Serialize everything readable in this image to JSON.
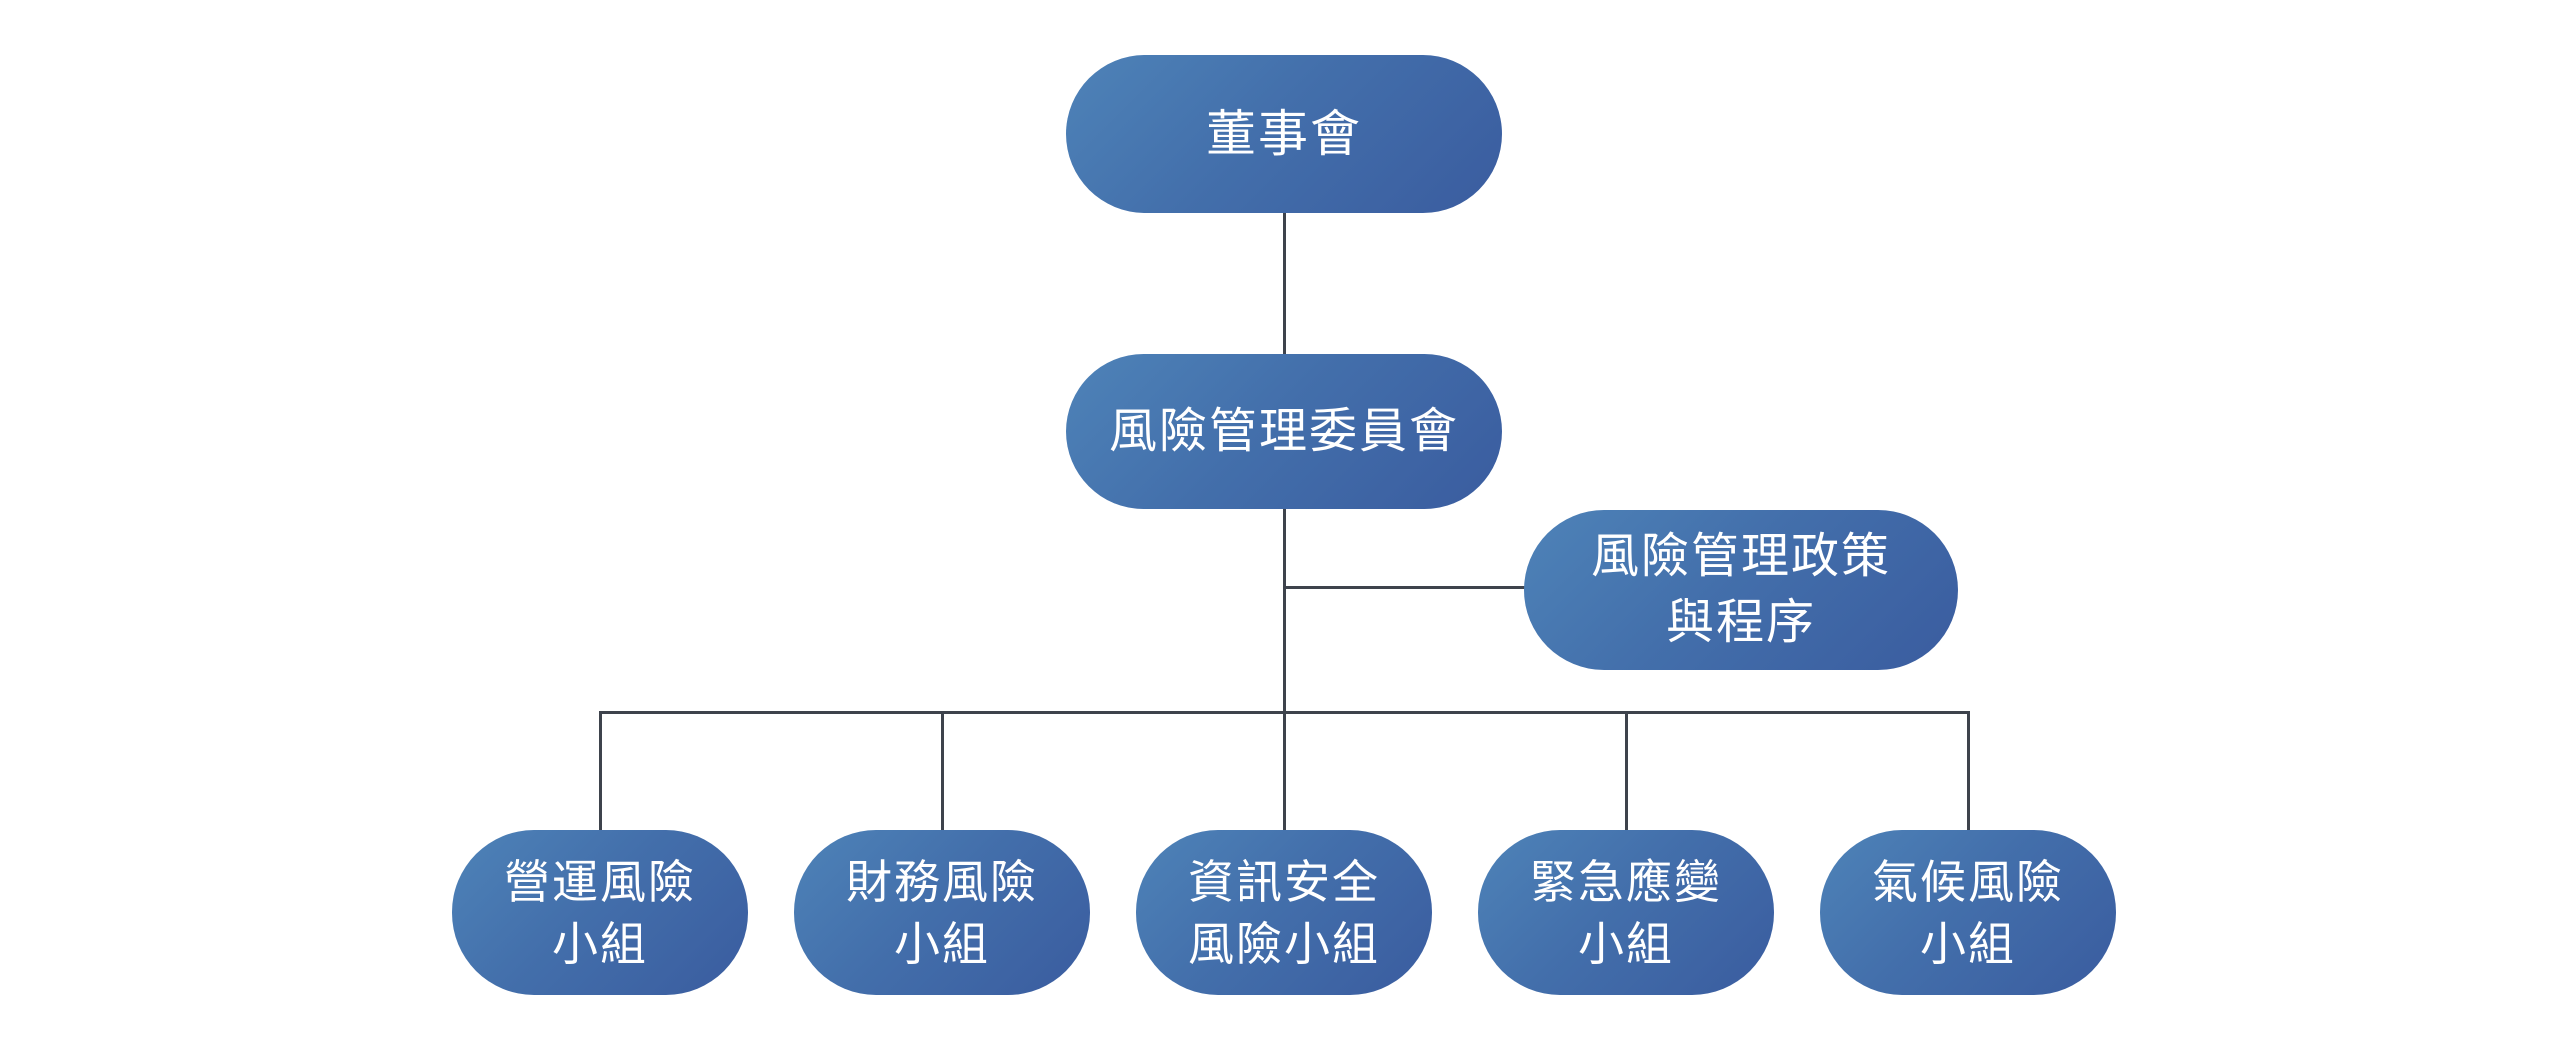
{
  "diagram": {
    "type": "org-chart",
    "background_color": "#ffffff",
    "node_gradient_start": "#4e83b8",
    "node_gradient_end": "#3a5c9f",
    "node_text_color": "#ffffff",
    "connector_color": "#3e434c",
    "nodes": {
      "board": {
        "lines": [
          "董事會"
        ]
      },
      "committee": {
        "lines": [
          "風險管理委員會"
        ]
      },
      "policy": {
        "lines": [
          "風險管理政策",
          "與程序"
        ]
      },
      "teams": [
        {
          "lines": [
            "營運風險",
            "小組"
          ]
        },
        {
          "lines": [
            "財務風險",
            "小組"
          ]
        },
        {
          "lines": [
            "資訊安全",
            "風險小組"
          ]
        },
        {
          "lines": [
            "緊急應變",
            "小組"
          ]
        },
        {
          "lines": [
            "氣候風險",
            "小組"
          ]
        }
      ]
    },
    "edges": [
      {
        "from": "board",
        "to": "committee"
      },
      {
        "from": "committee",
        "to": "policy"
      },
      {
        "from": "committee",
        "to": "teams.0"
      },
      {
        "from": "committee",
        "to": "teams.1"
      },
      {
        "from": "committee",
        "to": "teams.2"
      },
      {
        "from": "committee",
        "to": "teams.3"
      },
      {
        "from": "committee",
        "to": "teams.4"
      }
    ]
  }
}
